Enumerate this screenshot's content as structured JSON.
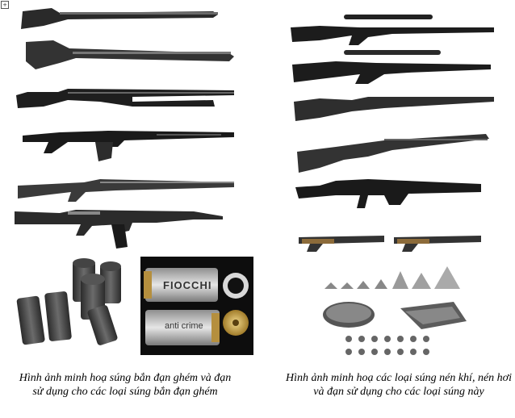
{
  "captions": {
    "left": "Hình ảnh minh hoạ súng bắn đạn ghém và đạn sử dụng cho các loại súng bắn đạn ghém",
    "right": "Hình ảnh minh hoạ các loại súng nén khí, nén hơi và đạn sử dụng cho các loại súng này"
  },
  "shell_labels": {
    "top": "FIOCCHI",
    "bottom": "anti crime"
  },
  "colors": {
    "gun_dark": "#1c1c1c",
    "gun_mid": "#4a4a4a",
    "gun_light": "#8c8c8c",
    "shell_panel_bg": "#0d0d0d",
    "brass": "#c9a44a"
  },
  "icons": {
    "corner_marker": "move-handle-icon"
  }
}
